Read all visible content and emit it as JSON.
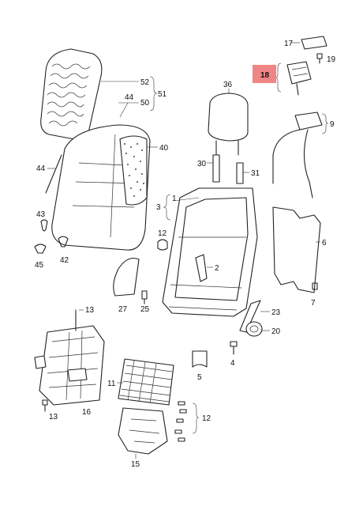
{
  "callouts": {
    "c1": "1",
    "c2": "2",
    "c3": "3",
    "c4": "4",
    "c5": "5",
    "c6": "6",
    "c7": "7",
    "c9": "9",
    "c11": "11",
    "c12a": "12",
    "c12b": "12",
    "c13a": "13",
    "c13b": "13",
    "c15": "15",
    "c16": "16",
    "c17": "17",
    "c18": "18",
    "c19": "19",
    "c20": "20",
    "c23": "23",
    "c25": "25",
    "c27": "27",
    "c30": "30",
    "c31": "31",
    "c36": "36",
    "c40": "40",
    "c42": "42",
    "c43": "43",
    "c44a": "44",
    "c44b": "44",
    "c45": "45",
    "c50": "50",
    "c51": "51",
    "c52": "52"
  },
  "highlight": {
    "part": "18",
    "color": "#f08585"
  }
}
